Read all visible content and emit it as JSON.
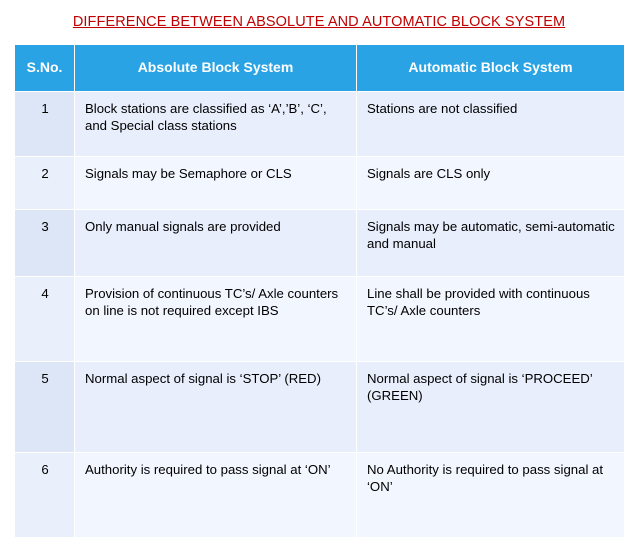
{
  "title": "DIFFERENCE BETWEEN ABSOLUTE AND AUTOMATIC BLOCK SYSTEM",
  "colors": {
    "title": "#c00000",
    "header_bg": "#29a3e3",
    "header_text": "#ffffff",
    "row_bg_odd": "#e8eefc",
    "row_bg_even": "#f2f6ff"
  },
  "table": {
    "headers": [
      "S.No.",
      "Absolute Block System",
      "Automatic Block System"
    ],
    "rows": [
      {
        "sno": "1",
        "absolute": "Block stations are classified as ‘A’,’B’, ‘C’, and Special class stations",
        "automatic": "Stations are not classified"
      },
      {
        "sno": "2",
        "absolute": "Signals may be Semaphore or CLS",
        "automatic": "Signals are CLS only"
      },
      {
        "sno": "3",
        "absolute": "Only manual signals are provided",
        "automatic": "Signals may be automatic, semi-automatic and manual"
      },
      {
        "sno": "4",
        "absolute": "Provision of continuous TC’s/ Axle counters on line is not required except IBS",
        "automatic": "Line shall be provided with continuous TC’s/ Axle counters"
      },
      {
        "sno": "5",
        "absolute": "Normal aspect of signal is ‘STOP’ (RED)",
        "automatic": "Normal aspect of signal is ‘PROCEED’ (GREEN)"
      },
      {
        "sno": "6",
        "absolute": "Authority  is required to pass signal at ‘ON’",
        "automatic": "No Authority  is required to pass signal at ‘ON’"
      }
    ]
  }
}
